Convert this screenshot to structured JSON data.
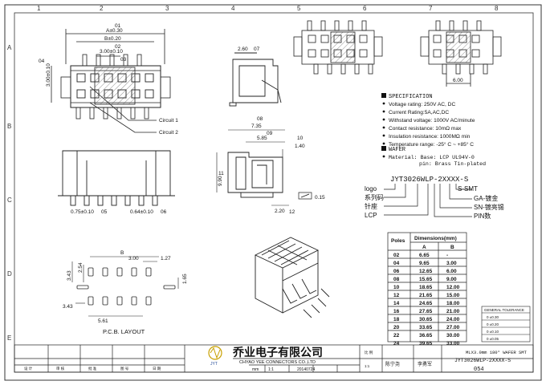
{
  "frame": {
    "top_zones": [
      "1",
      "2",
      "3",
      "4",
      "5",
      "6",
      "7",
      "8"
    ],
    "side_zones": [
      "A",
      "B",
      "C",
      "D",
      "E"
    ]
  },
  "top_view": {
    "dims": [
      "A±0.30",
      "B±0.20",
      "3.00±0.10",
      "3.00±0.10"
    ],
    "markers": [
      "01",
      "02",
      "03",
      "04"
    ],
    "circuit_labels": [
      "Circuit 1",
      "Circuit 2"
    ]
  },
  "side_view_small": {
    "dims": [
      "2.60",
      "07"
    ]
  },
  "right_top_view": {
    "dims": [
      "6.00"
    ]
  },
  "section_view": {
    "dims": [
      "7.35",
      "5.85",
      "1.40",
      "9.90",
      "0.15",
      "2.20"
    ],
    "markers": [
      "08",
      "09",
      "10",
      "11",
      "12"
    ]
  },
  "front_view": {
    "dims": [
      "0.75±0.10",
      "0.64±0.10"
    ],
    "markers": [
      "05",
      "06"
    ]
  },
  "spec": {
    "heading": "SPECIFICATION",
    "lines": [
      "Voltage rating: 250V AC, DC",
      "Current Rating:5A,AC,DC",
      "Withstand voltage: 1000V AC/minute",
      "Contact resistance: 10mΩ max",
      "Insulation resistance: 1000MΩ min",
      "Temperature range: -25° C ~ +85° C"
    ],
    "wafer_heading": "WAFER",
    "wafer_lines": [
      "Material: Base: LCP UL94V-0",
      "pin: Brass Tin-plated"
    ]
  },
  "part_number": {
    "code": "JYT3026WLP-2XXXX-S",
    "left_labels": [
      "logo",
      "系列码",
      "针座",
      "LCP"
    ],
    "right_labels": [
      "S-SMT",
      "GA-镀金",
      "SN-镀亮锡",
      "PIN数"
    ]
  },
  "pcb_layout": {
    "title": "P.C.B. LAYOUT",
    "dims": [
      "B",
      "3.00",
      "1.27",
      "2.54",
      "3.43",
      "1.65",
      "3.43",
      "5.61"
    ]
  },
  "dimension_table": {
    "col_poles": "Poles",
    "col_dims": "Dimensions(mm)",
    "col_a": "A",
    "col_b": "B",
    "rows": [
      [
        "02",
        "6.65",
        "-"
      ],
      [
        "04",
        "9.65",
        "3.00"
      ],
      [
        "06",
        "12.65",
        "6.00"
      ],
      [
        "08",
        "15.65",
        "9.00"
      ],
      [
        "10",
        "18.65",
        "12.00"
      ],
      [
        "12",
        "21.65",
        "15.00"
      ],
      [
        "14",
        "24.65",
        "18.00"
      ],
      [
        "16",
        "27.65",
        "21.00"
      ],
      [
        "18",
        "30.65",
        "24.00"
      ],
      [
        "20",
        "33.65",
        "27.00"
      ],
      [
        "22",
        "36.65",
        "30.00"
      ],
      [
        "24",
        "39.65",
        "33.00"
      ]
    ]
  },
  "tolerance_box": {
    "title": "GENERAL TOLERANCE",
    "rows": [
      "0 ±0.30",
      "0 ±0.20",
      "0 ±0.10",
      "0 ±0.05"
    ]
  },
  "title_block": {
    "company_cn": "乔业电子有限公司",
    "company_en": "CHYAO YEE CONNECTORS CO.,LTD",
    "logo_text": "JYT",
    "part_desc": "MLX3.0mm 180° WAFER SMT",
    "part_no": "JYT3026WLP-2XXXX-S",
    "drawing_no": "054",
    "date": "20140724",
    "scale": "1:1",
    "small_labels": [
      "mm",
      "1:1",
      "设 计",
      "审 核",
      "批 准",
      "图 号",
      "日 期",
      "比 例"
    ],
    "names": [
      "陈宁尧",
      "李勇军"
    ]
  }
}
